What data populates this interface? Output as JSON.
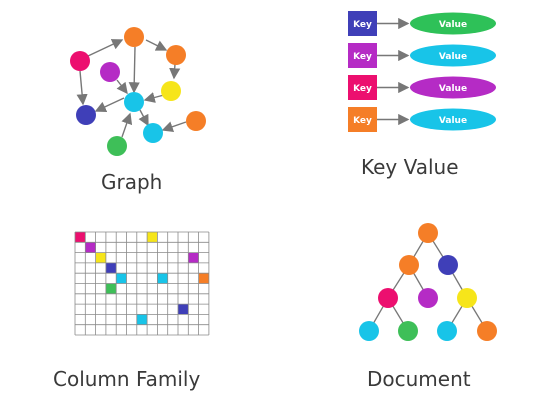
{
  "colors": {
    "pink": "#ec0f6f",
    "purple": "#b52bc5",
    "blue": "#3f3fb8",
    "orange": "#f57e27",
    "yellow": "#f6e51a",
    "cyan": "#18c4e8",
    "green": "#3ebf58",
    "green_value": "#2ec158",
    "grid_line": "#8a8a8a",
    "arrow": "#777777"
  },
  "graph": {
    "caption": "Graph"
  },
  "key_value": {
    "caption": "Key Value",
    "rows": [
      {
        "key": "Key",
        "value": "Value",
        "key_color": "#3f3fb8",
        "value_color": "#2ec158"
      },
      {
        "key": "Key",
        "value": "Value",
        "key_color": "#b52bc5",
        "value_color": "#18c4e8"
      },
      {
        "key": "Key",
        "value": "Value",
        "key_color": "#ec0f6f",
        "value_color": "#b52bc5"
      },
      {
        "key": "Key",
        "value": "Value",
        "key_color": "#f57e27",
        "value_color": "#18c4e8"
      }
    ]
  },
  "column_family": {
    "caption": "Column Family",
    "filled_cells": [
      {
        "col": 0,
        "row": 0,
        "color": "#ec0f6f"
      },
      {
        "col": 1,
        "row": 1,
        "color": "#b52bc5"
      },
      {
        "col": 2,
        "row": 2,
        "color": "#f6e51a"
      },
      {
        "col": 3,
        "row": 3,
        "color": "#3f3fb8"
      },
      {
        "col": 4,
        "row": 4,
        "color": "#18c4e8"
      },
      {
        "col": 3,
        "row": 5,
        "color": "#3ebf58"
      },
      {
        "col": 6,
        "row": 8,
        "color": "#18c4e8"
      },
      {
        "col": 7,
        "row": 0,
        "color": "#f6e51a"
      },
      {
        "col": 8,
        "row": 4,
        "color": "#18c4e8"
      },
      {
        "col": 10,
        "row": 7,
        "color": "#3f3fb8"
      },
      {
        "col": 11,
        "row": 2,
        "color": "#b52bc5"
      },
      {
        "col": 12,
        "row": 4,
        "color": "#f57e27"
      }
    ]
  },
  "document": {
    "caption": "Document"
  }
}
